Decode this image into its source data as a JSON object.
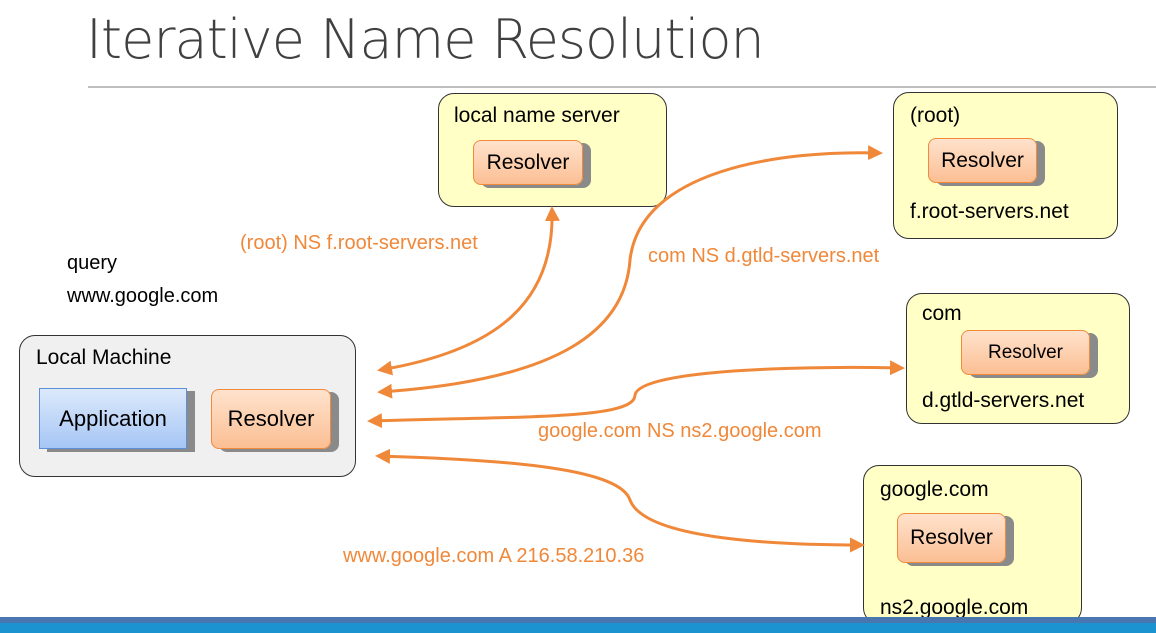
{
  "title": "Iterative Name Resolution",
  "query": {
    "line1": "query",
    "line2": "www.google.com"
  },
  "local_machine": {
    "label": "Local Machine",
    "application": "Application",
    "resolver": "Resolver"
  },
  "servers": {
    "local": {
      "label": "local name server",
      "resolver": "Resolver"
    },
    "root": {
      "label": "(root)",
      "resolver": "Resolver",
      "host": "f.root-servers.net"
    },
    "com": {
      "label": "com",
      "resolver": "Resolver",
      "host": "d.gtld-servers.net"
    },
    "google": {
      "label": "google.com",
      "resolver": "Resolver",
      "host": "ns2.google.com"
    }
  },
  "responses": {
    "root": "(root) NS f.root-servers.net",
    "com": "com NS d.gtld-servers.net",
    "google": "google.com NS ns2.google.com",
    "answer": "www.google.com A 216.58.210.36"
  },
  "colors": {
    "arrow": "#f0883a",
    "server_fill": "#ffffc6",
    "resolver_border": "#f08a3c"
  }
}
